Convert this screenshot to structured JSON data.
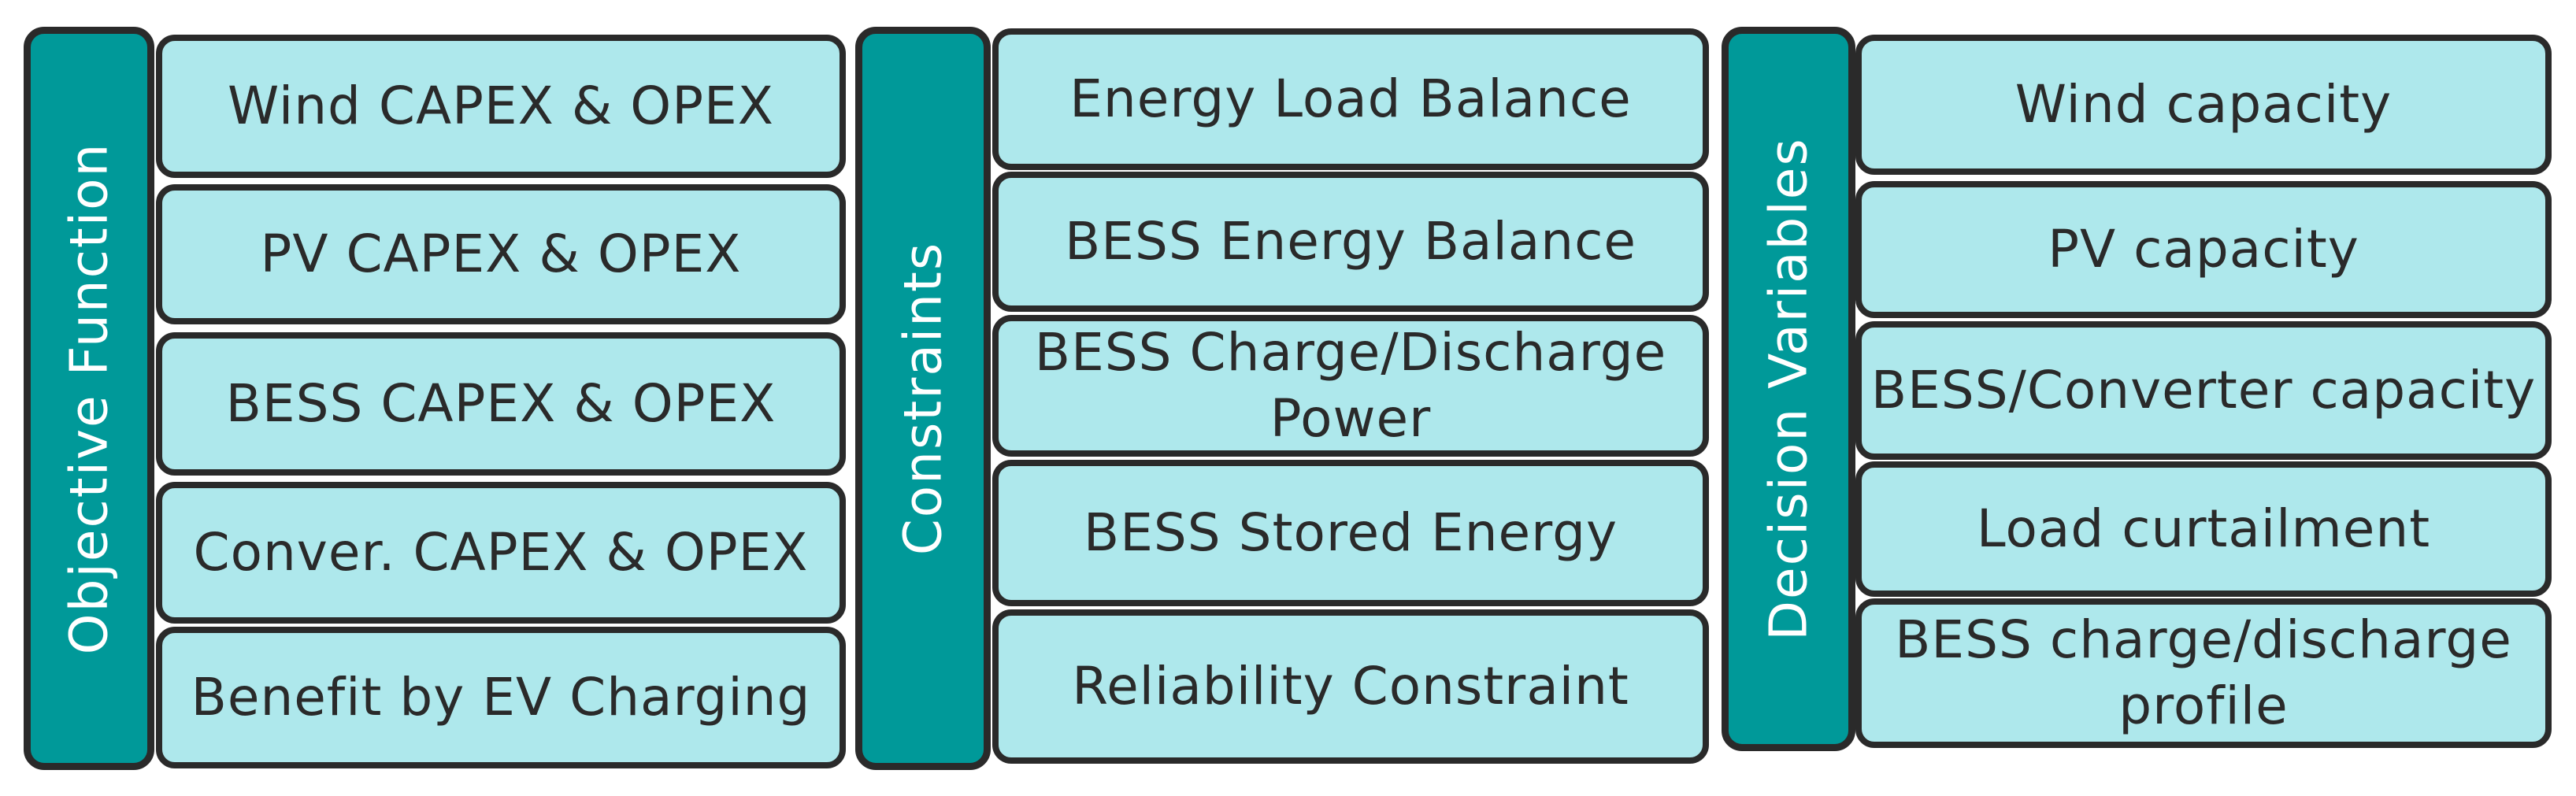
{
  "colors": {
    "header_fill": "#009999",
    "box_fill": "#aee8ec",
    "outline": "#2a2a2a",
    "header_text": "#ffffff",
    "box_text": "#2a2a2a"
  },
  "columns": [
    {
      "header": "Objective Function",
      "items": [
        "Wind CAPEX & OPEX",
        "PV CAPEX & OPEX",
        "BESS CAPEX & OPEX",
        "Conver. CAPEX & OPEX",
        "Benefit by EV Charging"
      ]
    },
    {
      "header": "Constraints",
      "items": [
        "Energy Load Balance",
        "BESS Energy Balance",
        "BESS Charge/Discharge Power",
        "BESS Stored Energy",
        "Reliability Constraint"
      ]
    },
    {
      "header": "Decision Variables",
      "items": [
        "Wind capacity",
        "PV capacity",
        "BESS/Converter capacity",
        "Load curtailment",
        "BESS charge/discharge profile"
      ]
    }
  ]
}
